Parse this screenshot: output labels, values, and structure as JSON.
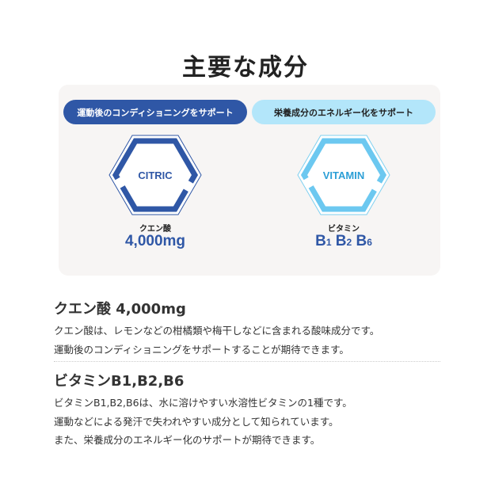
{
  "title": "主要な成分",
  "card": {
    "left": {
      "pill": "運動後のコンディショニングをサポート",
      "hex_label": "CITRIC",
      "name": "クエン酸",
      "value": "4,000mg",
      "color": "#2f57a6"
    },
    "right": {
      "pill": "栄養成分のエネルギー化をサポート",
      "hex_label": "VITAMIN",
      "name": "ビタミン",
      "value_parts": [
        "B",
        "1",
        "B",
        "2",
        "B",
        "6"
      ],
      "color": "#4db8e8"
    }
  },
  "sections": [
    {
      "heading": "クエン酸 4,000mg",
      "lines": [
        "クエン酸は、レモンなどの柑橘類や梅干しなどに含まれる酸味成分です。",
        "運動後のコンディショニングをサポートすることが期待できます。"
      ]
    },
    {
      "heading": "ビタミンB1,B2,B6",
      "lines": [
        "ビタミンB1,B2,B6は、水に溶けやすい水溶性ビタミンの1種です。",
        "運動などによる発汗で失われやすい成分として知られています。",
        "また、栄養成分のエネルギー化のサポートが期待できます。"
      ]
    }
  ]
}
